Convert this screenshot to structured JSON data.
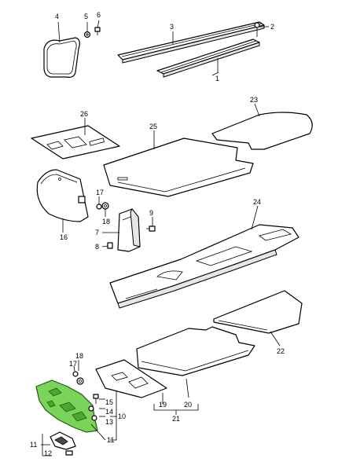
{
  "diagram": {
    "callouts": [
      {
        "id": "c1",
        "text": "1"
      },
      {
        "id": "c2",
        "text": "2"
      },
      {
        "id": "c3",
        "text": "3"
      },
      {
        "id": "c4",
        "text": "4"
      },
      {
        "id": "c5",
        "text": "5"
      },
      {
        "id": "c6",
        "text": "6"
      },
      {
        "id": "c7",
        "text": "7"
      },
      {
        "id": "c8",
        "text": "8"
      },
      {
        "id": "c9",
        "text": "9"
      },
      {
        "id": "c10",
        "text": "10"
      },
      {
        "id": "c11a",
        "text": "11"
      },
      {
        "id": "c11b",
        "text": "11"
      },
      {
        "id": "c12",
        "text": "12"
      },
      {
        "id": "c13",
        "text": "13"
      },
      {
        "id": "c14",
        "text": "14"
      },
      {
        "id": "c15",
        "text": "15"
      },
      {
        "id": "c16",
        "text": "16"
      },
      {
        "id": "c17a",
        "text": "17"
      },
      {
        "id": "c17b",
        "text": "17"
      },
      {
        "id": "c18a",
        "text": "18"
      },
      {
        "id": "c18b",
        "text": "18"
      },
      {
        "id": "c19",
        "text": "19"
      },
      {
        "id": "c20",
        "text": "20"
      },
      {
        "id": "c21",
        "text": "21"
      },
      {
        "id": "c22",
        "text": "22"
      },
      {
        "id": "c23",
        "text": "23"
      },
      {
        "id": "c24",
        "text": "24"
      },
      {
        "id": "c25",
        "text": "25"
      },
      {
        "id": "c26",
        "text": "26"
      }
    ],
    "highlight_color": "#7cd35a"
  }
}
